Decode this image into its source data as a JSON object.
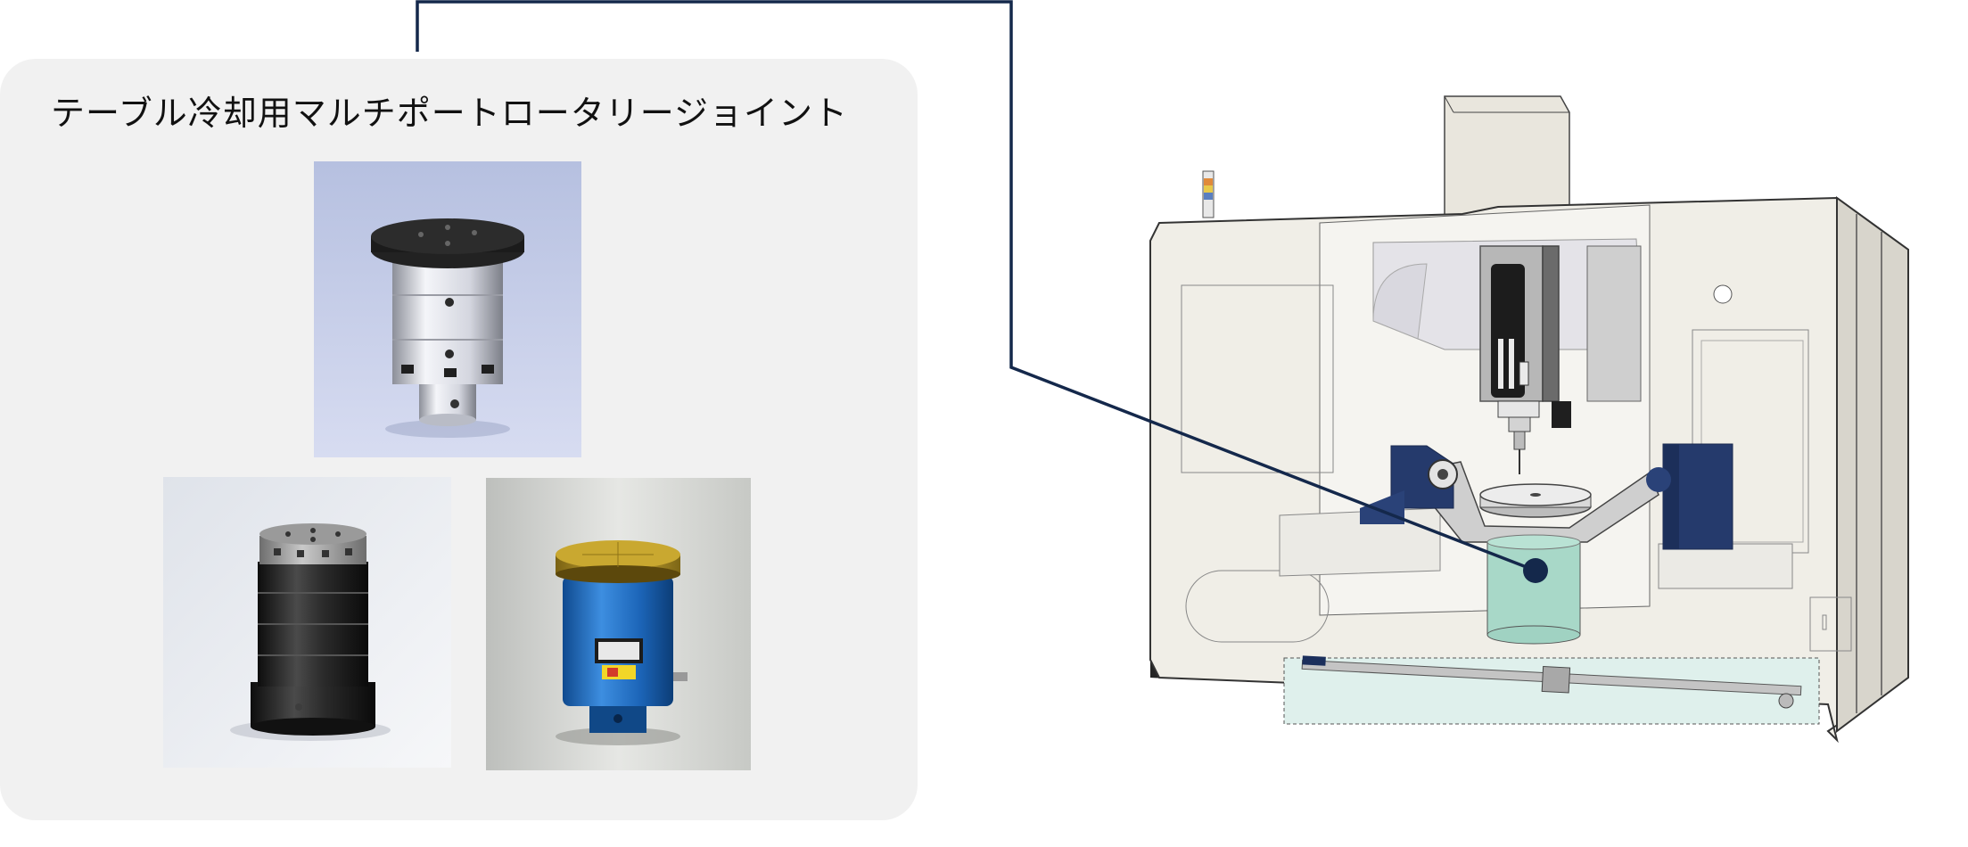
{
  "callout": {
    "title": "テーブル冷却用マルチポートロータリージョイント"
  },
  "photos": [
    {
      "name": "silver-rotary-joint",
      "subject": "silver rotary joint with black flange"
    },
    {
      "name": "black-rotary-joint",
      "subject": "black rotary joint"
    },
    {
      "name": "blue-rotary-joint",
      "subject": "blue rotary joint with gold flange"
    }
  ],
  "colors": {
    "leader_line": "#14284b",
    "card_background": "#f1f1f1",
    "rotary_joint_highlight": "#a8d8c8",
    "trunnion_blue": "#253a6c",
    "machine_body": "#f0eee7",
    "machine_base": "#2b2b2b"
  },
  "icons": {
    "signal_tower": "signal-tower-icon",
    "joint_marker": "joint-location-marker-icon"
  }
}
